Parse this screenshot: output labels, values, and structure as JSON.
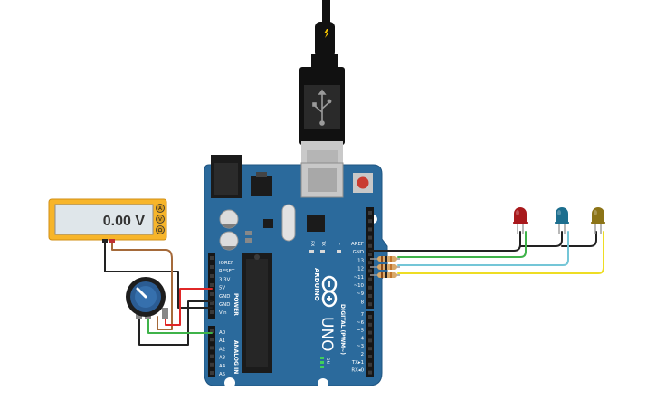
{
  "multimeter": {
    "reading": "0.00 V",
    "mode_labels": [
      "A",
      "V",
      "Ω"
    ]
  },
  "arduino": {
    "model_text": "UNO",
    "brand_text": "ARDUINO",
    "section_power": "POWER",
    "section_analog": "ANALOG IN",
    "section_digital": "DIGITAL (PWM~)",
    "on_label": "ON",
    "led_labels": [
      "RX",
      "TX",
      "L"
    ],
    "power_pins": [
      "IOREF",
      "RESET",
      "3.3V",
      "5V",
      "GND",
      "GND",
      "Vin"
    ],
    "analog_pins": [
      "A0",
      "A1",
      "A2",
      "A3",
      "A4",
      "A5"
    ],
    "digital_top_pins": [
      "AREF",
      "GND",
      "13",
      "12",
      "~11",
      "~10",
      "~9",
      "8"
    ],
    "digital_bottom_pins": [
      "7",
      "~6",
      "~5",
      "4",
      "~3",
      "2",
      "TX▸1",
      "RX◂0"
    ]
  },
  "leds": [
    {
      "name": "red",
      "color": "#a8191c"
    },
    {
      "name": "blue",
      "color": "#1c6e8e"
    },
    {
      "name": "yellow",
      "color": "#8c7417"
    }
  ],
  "colors": {
    "board": "#2b6a9c",
    "board_dark": "#1f5582",
    "wire_red": "#e02727",
    "wire_black": "#222222",
    "wire_green": "#3fb34a",
    "wire_brown": "#a56a3a",
    "wire_blue": "#74c6d7",
    "wire_yellow": "#eedd24",
    "multimeter_body": "#f7b52a"
  },
  "icons": {
    "usb_plug": "usb-icon",
    "lightning": "lightning-bolt-icon",
    "infinity": "arduino-infinity-logo"
  }
}
